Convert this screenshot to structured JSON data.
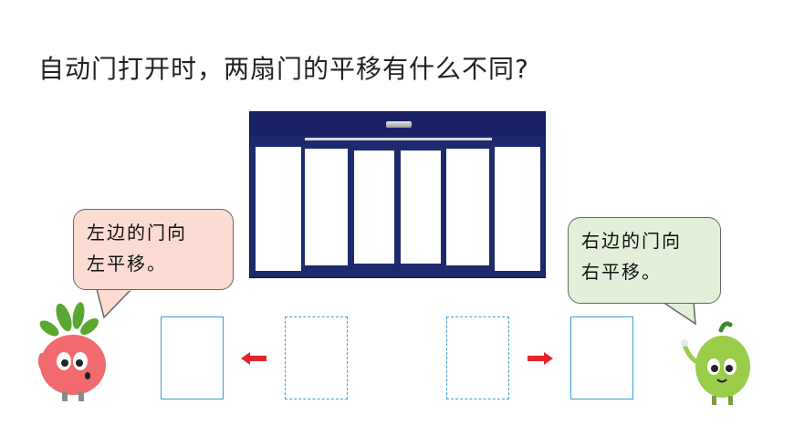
{
  "question": "自动门打开时，两扇门的平移有什么不同?",
  "left_bubble": {
    "line1": "左边的门向",
    "line2": "左平移。"
  },
  "right_bubble": {
    "line1": "右边的门向",
    "line2": "右平移。"
  },
  "colors": {
    "door_frame": "#1e2a6e",
    "left_bubble_bg": "#fcdcd2",
    "right_bubble_bg": "#e3efd8",
    "box_border": "#3a9fd8",
    "arrow": "#e3262c"
  },
  "icons": [
    "radish-character-icon",
    "pepper-character-icon",
    "arrow-left-icon",
    "arrow-right-icon"
  ]
}
